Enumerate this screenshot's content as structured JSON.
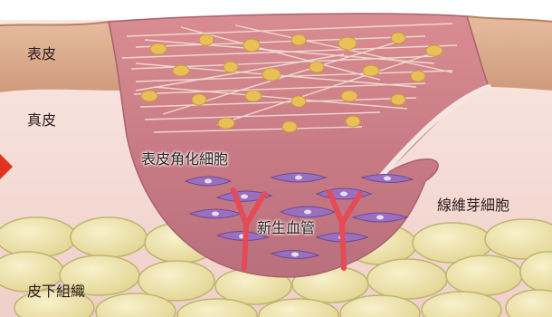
{
  "labels": {
    "epidermis": "表皮",
    "dermis": "真皮",
    "keratinocytes": "表皮角化細胞",
    "fibroblasts": "線維芽細胞",
    "new_vessels": "新生血管",
    "subcutaneous": "皮下組織"
  },
  "colors": {
    "epidermis": "#d8a98a",
    "dermis": "#f6d9d4",
    "wound_top": "#cf7f86",
    "wound_bottom": "#b56a78",
    "fat": "#ece3b0",
    "fat_outline": "#bfb56f",
    "fibroblast": "#8a5fb0",
    "vessel": "#e54a57",
    "keratinocyte": "#e9bf58",
    "arrow": "#e0341f"
  }
}
